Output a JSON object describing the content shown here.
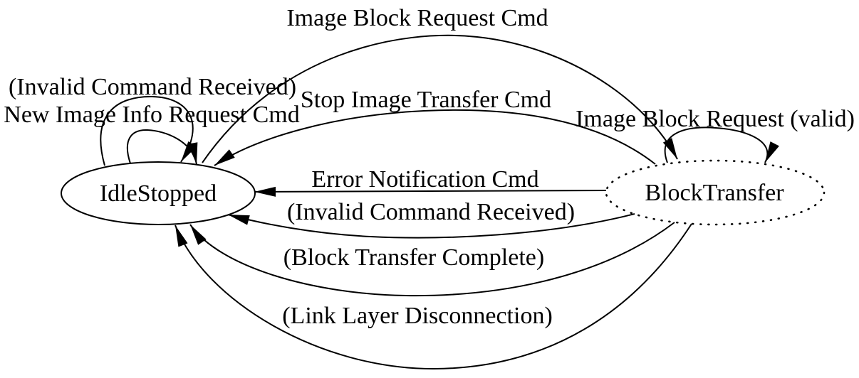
{
  "diagram": {
    "type": "state-machine",
    "colors": {
      "stroke": "#000000",
      "background": "#ffffff"
    },
    "states": {
      "idle_stopped": {
        "label": "IdleStopped",
        "border": "solid"
      },
      "block_transfer": {
        "label": "BlockTransfer",
        "border": "dotted"
      }
    },
    "transitions": {
      "idle_self_invalid_command": {
        "from": "IdleStopped",
        "to": "IdleStopped",
        "label": "(Invalid Command Received)"
      },
      "idle_self_new_image_info": {
        "from": "IdleStopped",
        "to": "IdleStopped",
        "label": "New Image Info Request Cmd"
      },
      "image_block_request_cmd": {
        "from": "IdleStopped",
        "to": "BlockTransfer",
        "label": "Image Block Request Cmd"
      },
      "stop_image_transfer_cmd": {
        "from": "BlockTransfer",
        "to": "IdleStopped",
        "label": "Stop Image Transfer Cmd"
      },
      "block_self_image_block_request_valid": {
        "from": "BlockTransfer",
        "to": "BlockTransfer",
        "label": "Image Block Request (valid)"
      },
      "error_notification_cmd": {
        "from": "BlockTransfer",
        "to": "IdleStopped",
        "label": "Error Notification Cmd"
      },
      "invalid_command_received": {
        "from": "BlockTransfer",
        "to": "IdleStopped",
        "label": "(Invalid Command Received)"
      },
      "block_transfer_complete": {
        "from": "BlockTransfer",
        "to": "IdleStopped",
        "label": "(Block Transfer Complete)"
      },
      "link_layer_disconnection": {
        "from": "BlockTransfer",
        "to": "IdleStopped",
        "label": "(Link Layer Disconnection)"
      }
    }
  }
}
